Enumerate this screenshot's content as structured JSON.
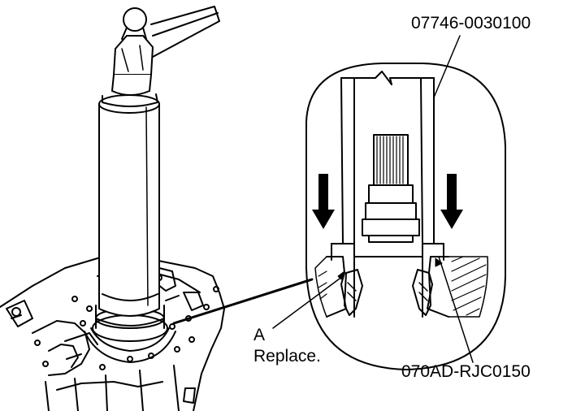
{
  "labels": {
    "tool_top": "07746-0030100",
    "callout_letter": "A",
    "callout_note": "Replace.",
    "tool_bottom": "070AD-RJC0150"
  },
  "icons": [
    "hammer-icon",
    "down-arrow-icon"
  ],
  "colors": {
    "ink": "#000000",
    "paper": "#ffffff"
  }
}
